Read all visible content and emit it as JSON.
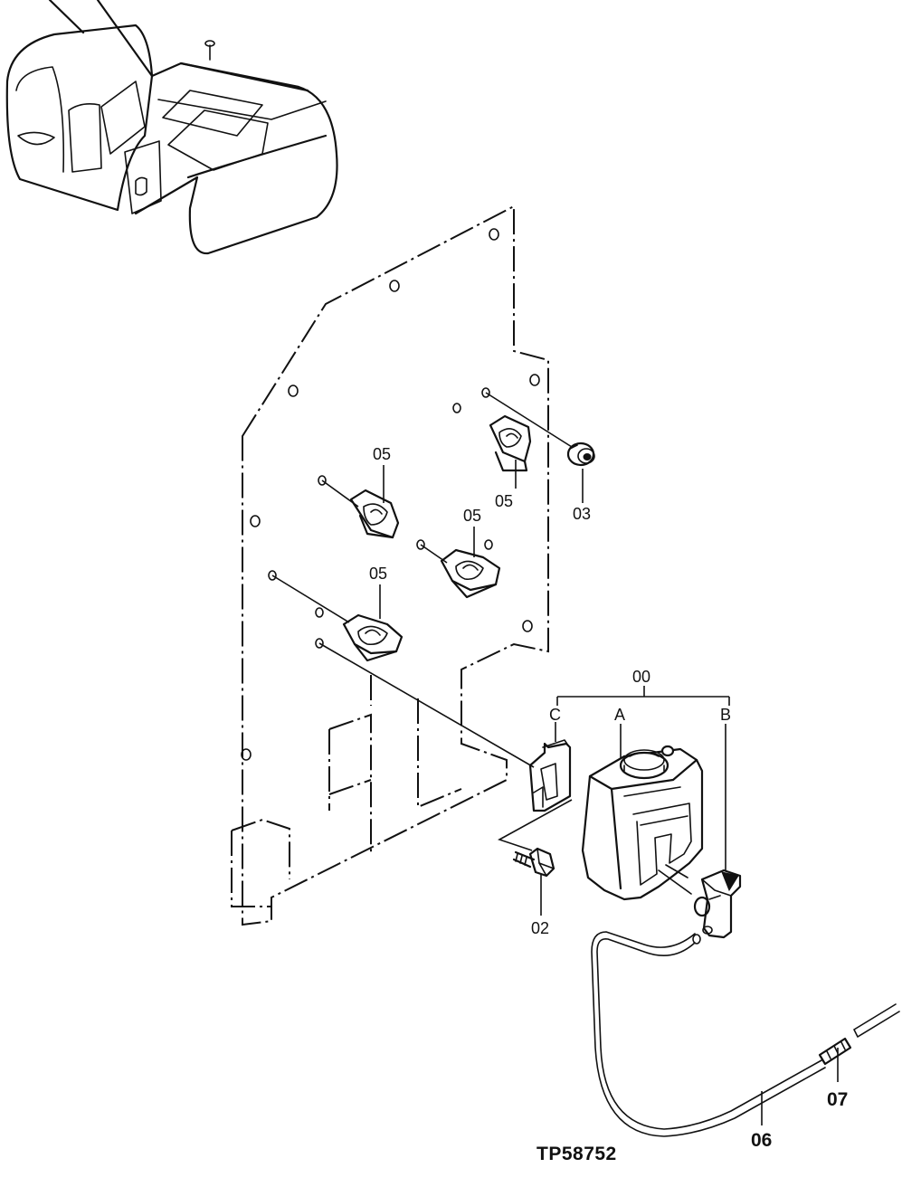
{
  "drawing_number": "TP58752",
  "labels": {
    "assembly": "00",
    "tank_letter": "A",
    "pump_letter": "B",
    "bracket_letter": "C",
    "bolt": "02",
    "grommet": "03",
    "clamp_1": "05",
    "clamp_2": "05",
    "clamp_3": "05",
    "clamp_4": "05",
    "hose": "06",
    "joint": "07"
  }
}
